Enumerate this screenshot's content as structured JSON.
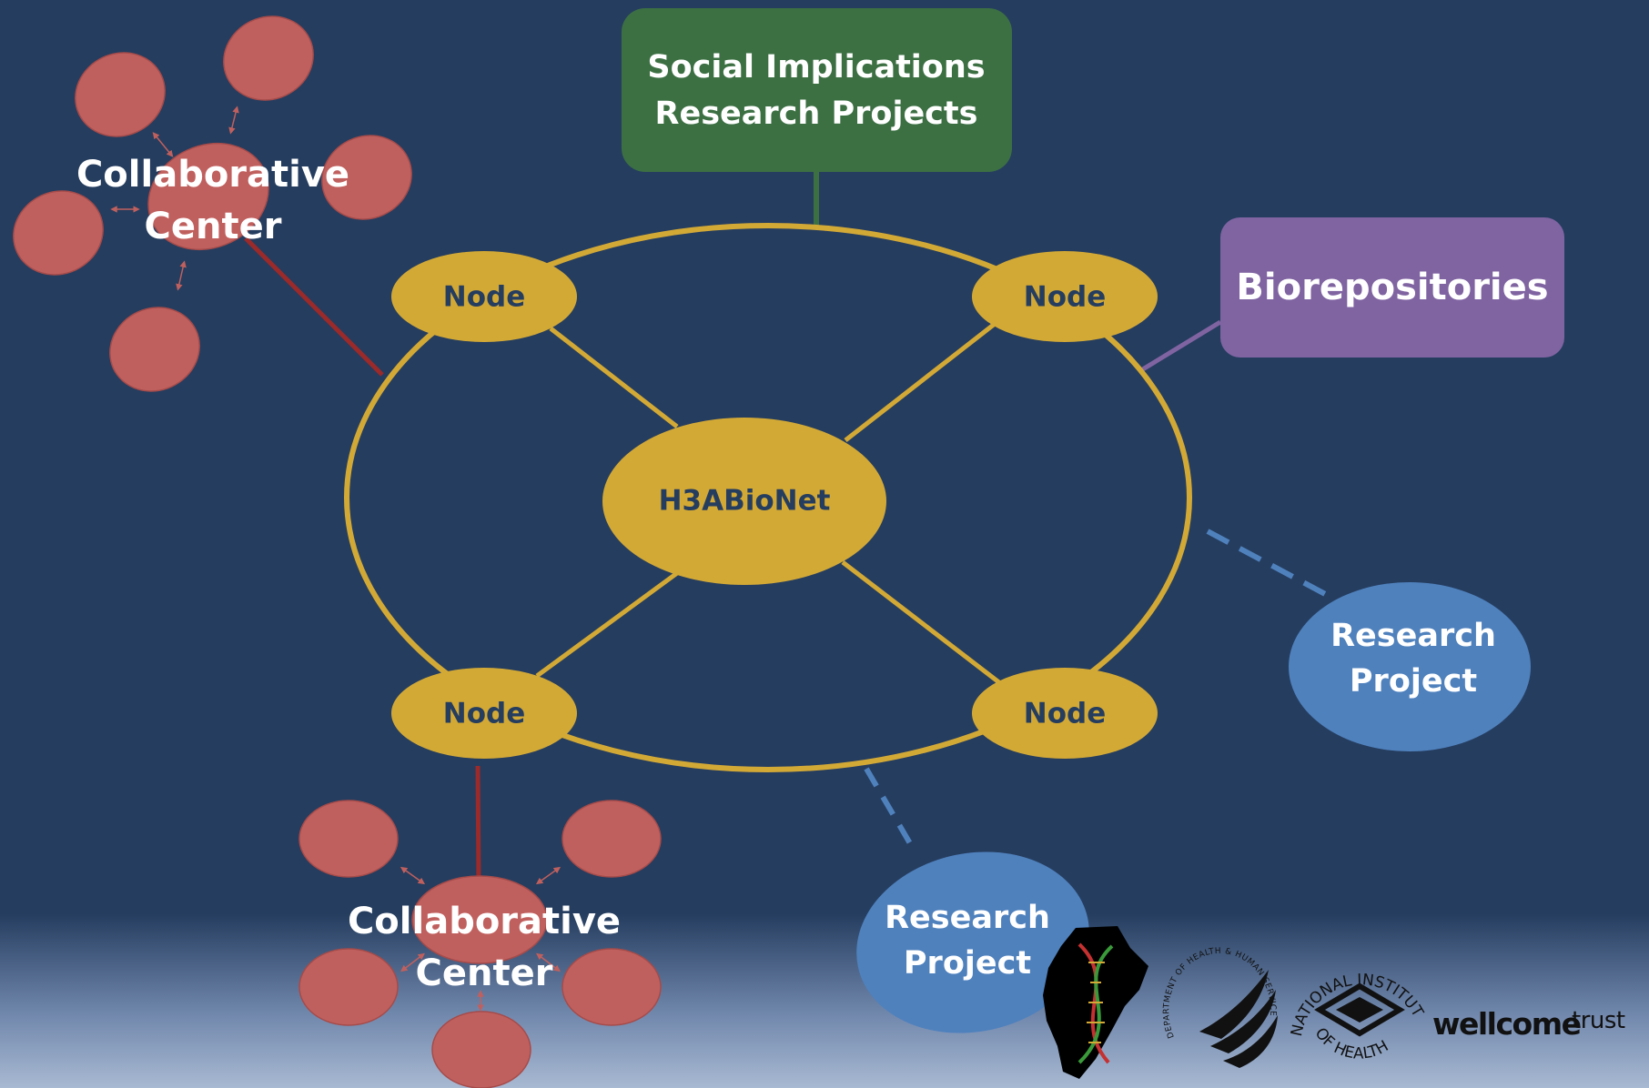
{
  "social_box": {
    "line1": "Social Implications",
    "line2": "Research Projects",
    "color": "#3c7043"
  },
  "biorepositories": {
    "label": "Biorepositories",
    "color": "#8064a2"
  },
  "hub": {
    "label": "H3ABioNet",
    "color": "#d3a936"
  },
  "nodes": [
    "Node",
    "Node",
    "Node",
    "Node"
  ],
  "collaborative_centers": [
    {
      "line1": "Collaborative",
      "line2": "Center"
    },
    {
      "line1": "Collaborative",
      "line2": "Center"
    }
  ],
  "research_projects": [
    {
      "line1": "Research",
      "line2": "Project"
    },
    {
      "line1": "Research",
      "line2": "Project"
    }
  ],
  "colors": {
    "background": "#253d5f",
    "ring": "#d3a936",
    "collab_red": "#c0605e",
    "collab_link": "#9b2a2a",
    "research_blue": "#4f81bd"
  },
  "logos": {
    "hhs_text": "DEPARTMENT OF HEALTH & HUMAN SERVICES USA",
    "nih_top": "NATIONAL INSTITUTES",
    "nih_bottom": "OF HEALTH",
    "wellcome_bold": "wellcome",
    "wellcome_light": "trust"
  }
}
